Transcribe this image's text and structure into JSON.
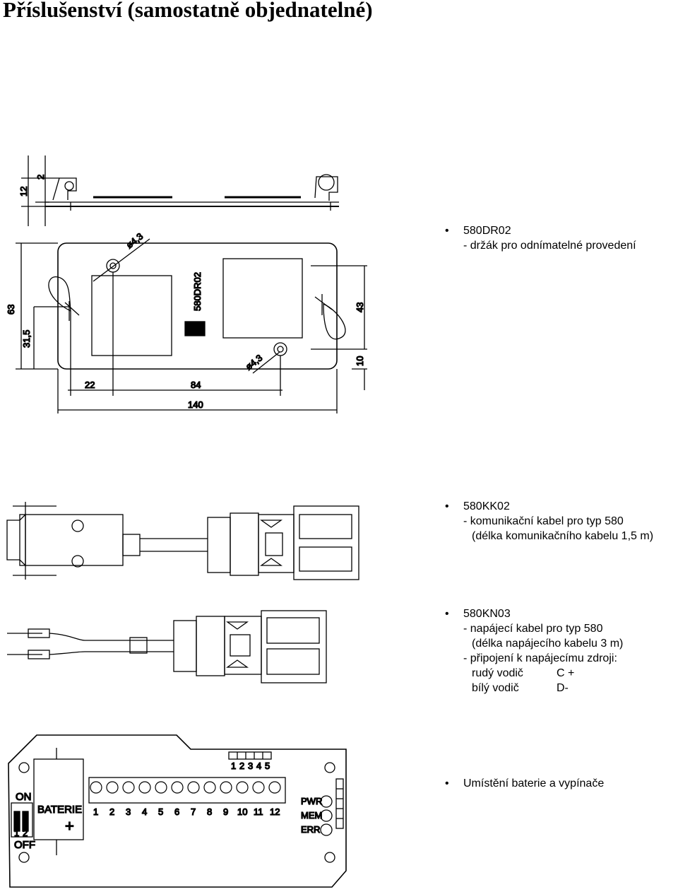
{
  "title": "Příslušenství (samostatně objednatelné)",
  "holder": {
    "code": "580DR02",
    "desc": "- držák pro odnímatelné provedení",
    "plate_label": "580DR02",
    "dims": {
      "d_top": "12",
      "d_small": "2",
      "d_height": "63",
      "d_half": "31,5",
      "d_hole1": "ø4,3",
      "d_hole2": "ø4,3",
      "d_right": "43",
      "d_right_low": "10",
      "d_22": "22",
      "d_84": "84",
      "d_140": "140"
    }
  },
  "comm_cable": {
    "code": "580KK02",
    "line1": "- komunikační kabel pro typ 580",
    "line2": "(délka komunikačního kabelu 1,5 m)"
  },
  "power_cable": {
    "code": "580KN03",
    "line1": "- napájecí kabel pro typ 580",
    "line2": "(délka napájecího kabelu 3 m)",
    "line3": "- připojení k napájecímu zdroji:",
    "red_label": "rudý vodič",
    "red_value": "C +",
    "white_label": "bílý vodič",
    "white_value": "D-"
  },
  "battery": {
    "code": "Umístění baterie a vypínače",
    "on": "ON",
    "off": "OFF",
    "battery_label": "BATERIE",
    "plus": "+",
    "switch_numbers": [
      "1",
      "2"
    ],
    "dip_numbers": [
      "1",
      "2",
      "3",
      "4",
      "5"
    ],
    "terminal_numbers": [
      "1",
      "2",
      "3",
      "4",
      "5",
      "6",
      "7",
      "8",
      "9",
      "10",
      "11",
      "12"
    ],
    "leds": [
      "PWR",
      "MEM",
      "ERR"
    ]
  }
}
